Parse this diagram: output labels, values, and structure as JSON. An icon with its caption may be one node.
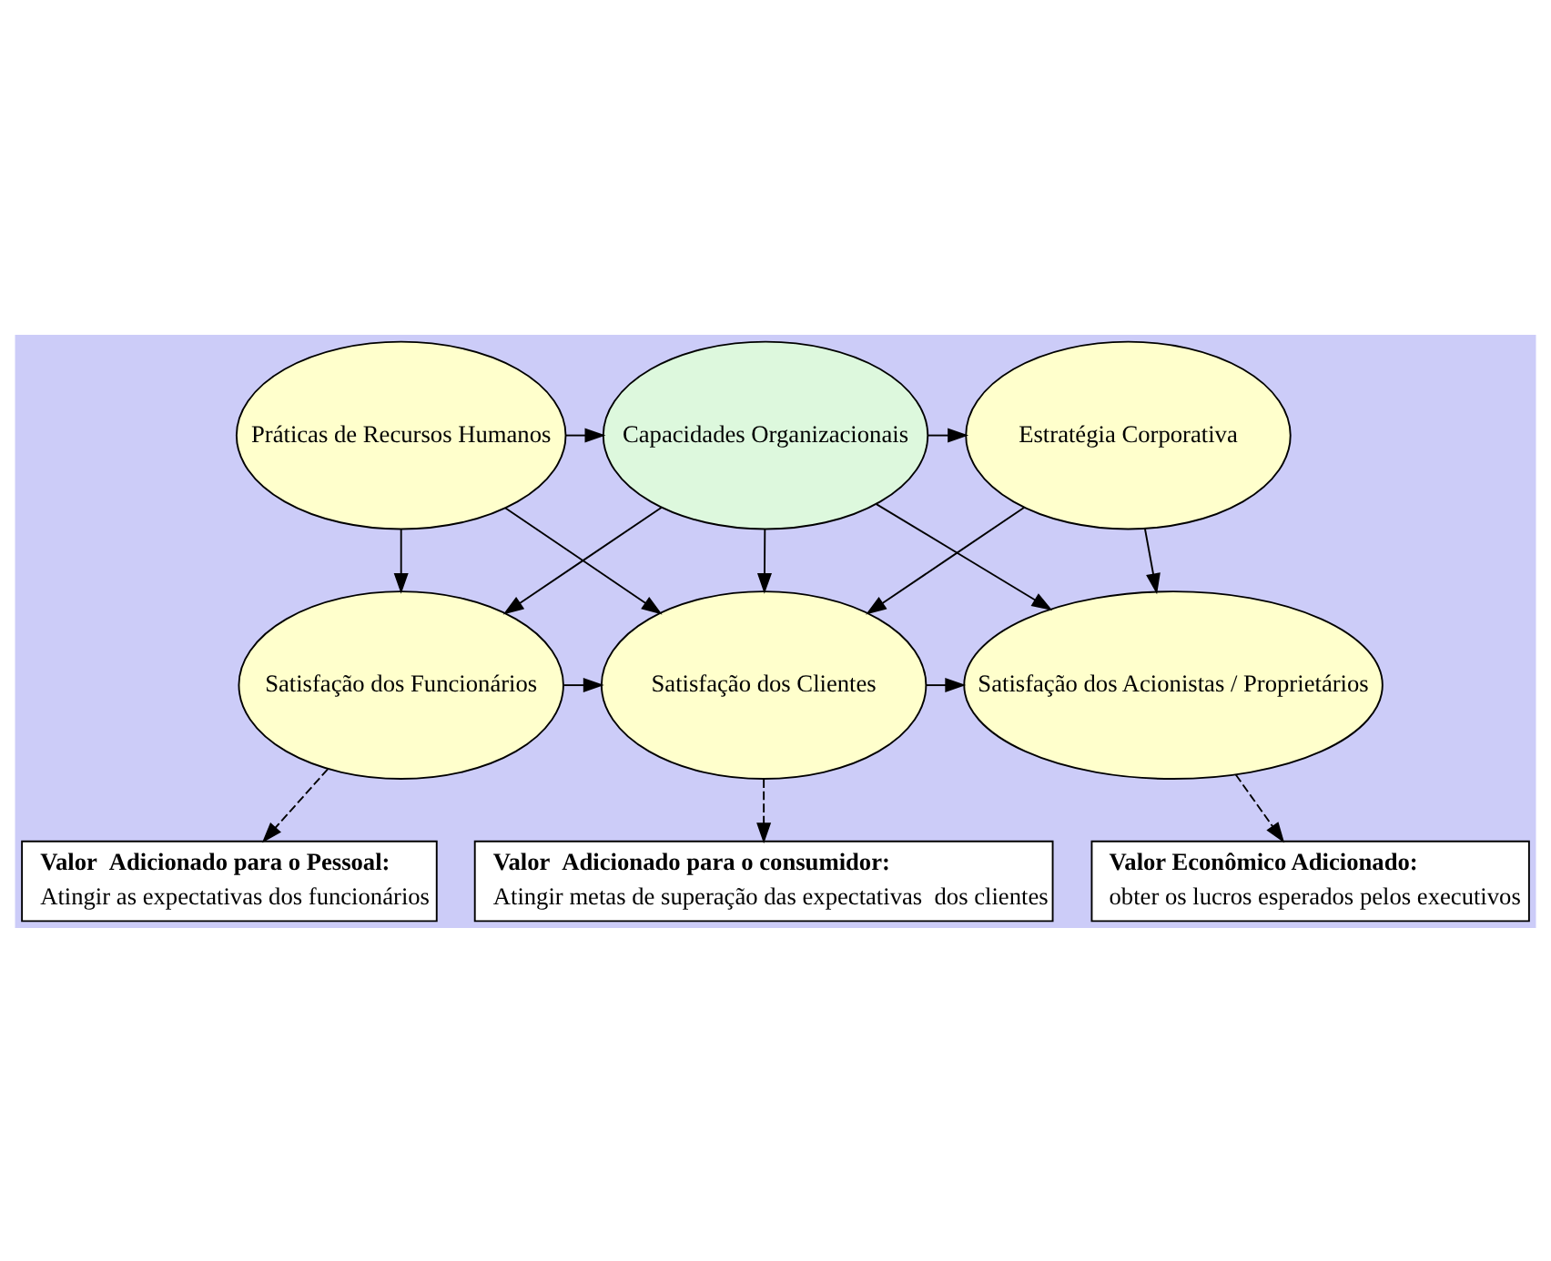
{
  "diagram": {
    "nodes": [
      {
        "text": [
          "Estratégia Corporativa"
        ]
      },
      {
        "text": [
          "Capacidades Organizacionais"
        ]
      },
      {
        "text": [
          "Práticas de Recursos Humanos"
        ]
      },
      {
        "text": [
          "Satisfação dos Acionistas / Proprietários"
        ]
      },
      {
        "text": [
          "Satisfação dos Clientes"
        ]
      },
      {
        "text": [
          "Satisfação dos Funcionários"
        ]
      },
      {
        "text": [
          "Valor Econômico Adicionado:",
          "obter os lucros esperados pelos executivos"
        ]
      },
      {
        "text": [
          "Valor  Adicionado para o consumidor:",
          "Atingir metas de superação das expectativas  dos clientes"
        ]
      },
      {
        "text": [
          "Valor  Adicionado para o Pessoal:",
          "Atingir as expectativas dos funcionários"
        ]
      }
    ],
    "edges": [
      {
        "from": 0,
        "to": 3,
        "arrow": "to"
      },
      {
        "from": 1,
        "to": 0,
        "arrow": "to"
      },
      {
        "from": 1,
        "to": 4,
        "arrow": "to"
      },
      {
        "from": 1,
        "to": 3,
        "arrow": "to"
      },
      {
        "from": 0,
        "to": 4,
        "arrow": "to"
      },
      {
        "from": 2,
        "to": 1,
        "arrow": "to"
      },
      {
        "from": 2,
        "to": 5,
        "arrow": "to"
      },
      {
        "from": 2,
        "to": 4,
        "arrow": "to"
      },
      {
        "from": 1,
        "to": 5,
        "arrow": "to"
      },
      {
        "from": 4,
        "to": 3,
        "arrow": "to"
      },
      {
        "from": 5,
        "to": 4,
        "arrow": "to"
      },
      {
        "from": 3,
        "to": 6,
        "arrow": "to",
        "style": "dashed"
      },
      {
        "from": 4,
        "to": 7,
        "arrow": "to",
        "style": "dashed"
      },
      {
        "from": 5,
        "to": 8,
        "arrow": "to",
        "style": "dashed"
      }
    ]
  }
}
